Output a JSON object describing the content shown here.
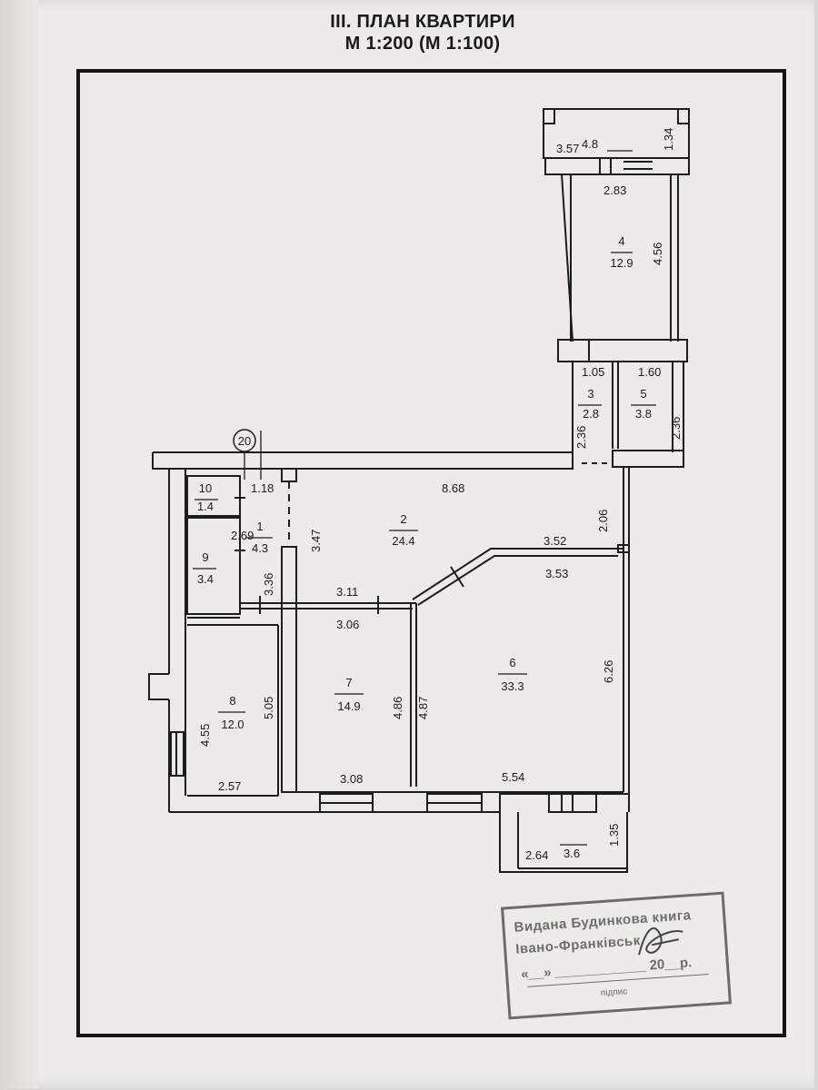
{
  "header": {
    "title": "III. ПЛАН КВАРТИРИ",
    "scale": "М 1:200 (М 1:100)"
  },
  "marker": "20",
  "rooms": [
    {
      "id": "room-1",
      "number": "1",
      "area": "4.3"
    },
    {
      "id": "room-2",
      "number": "2",
      "area": "24.4"
    },
    {
      "id": "room-3",
      "number": "3",
      "area": "2.8"
    },
    {
      "id": "room-4",
      "number": "4",
      "area": "12.9"
    },
    {
      "id": "room-5",
      "number": "5",
      "area": "3.8"
    },
    {
      "id": "room-6",
      "number": "6",
      "area": "33.3"
    },
    {
      "id": "room-7",
      "number": "7",
      "area": "14.9"
    },
    {
      "id": "room-8",
      "number": "8",
      "area": "12.0"
    },
    {
      "id": "room-9",
      "number": "9",
      "area": "3.4"
    },
    {
      "id": "room-10",
      "number": "10",
      "area": "1.4"
    },
    {
      "id": "balcony-top",
      "number": "",
      "area": "4.8"
    },
    {
      "id": "balcony-bottom",
      "number": "",
      "area": "3.6"
    }
  ],
  "dimensions": {
    "bt_w": "3.57",
    "bt_h": "1.34",
    "r4_w": "2.83",
    "r4_h": "4.56",
    "r3_w": "1.05",
    "r3_h": "2.36",
    "r5_w": "1.60",
    "r5_h": "2.36",
    "r10_w": "1.18",
    "r1_h": "2.69",
    "r1_h2": "3.36",
    "r2_h": "3.47",
    "r2_w": "8.68",
    "r2_w2": "3.52",
    "r2_h2": "2.06",
    "r7_w_top": "3.11",
    "r7_w": "3.06",
    "r7_h": "4.86",
    "r7_h2": "4.87",
    "r7_w_bot": "3.08",
    "r6_w": "3.53",
    "r6_h": "6.26",
    "r6_w_bot": "5.54",
    "r8_h": "5.05",
    "r8_h2": "4.55",
    "r8_w": "2.57",
    "bb_w": "2.64",
    "bb_h": "1.35"
  },
  "stamp": {
    "line1": "Видана Будинкова книга",
    "line2": "Івано-Франківськ",
    "line3": "«__» ____________ 20__р.",
    "line4": "підпис"
  },
  "colors": {
    "paper": "#ecebe7",
    "ink": "#1c1c1c",
    "stamp": "#555558"
  }
}
